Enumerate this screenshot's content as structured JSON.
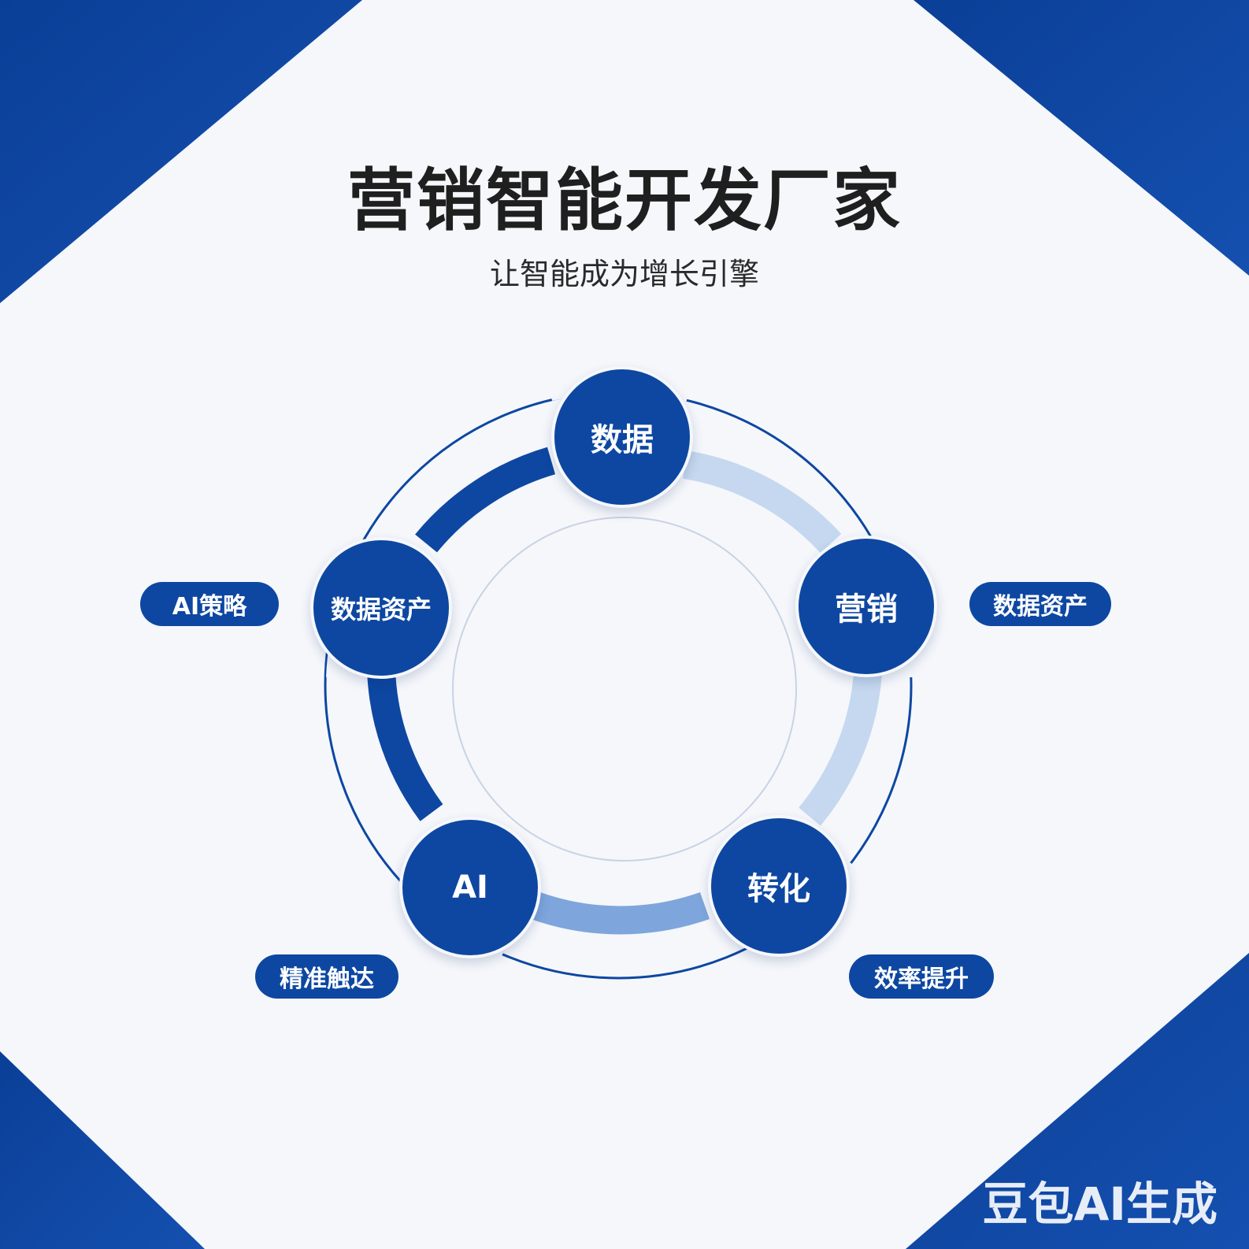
{
  "title": "营销智能开发厂家",
  "subtitle": "让智能成为增长引擎",
  "nodes": {
    "top": "数据",
    "right": "营销",
    "bottom_right": "转化",
    "bottom_left": "AI",
    "left": "数据资产"
  },
  "tags": {
    "left": "AI策略",
    "right": "数据资产",
    "bottom_left": "精准触达",
    "bottom_right": "效率提升"
  },
  "watermark": "豆包AI生成",
  "colors": {
    "primary": "#0d47a1",
    "light_blue": "#c5d8ef",
    "mid_blue": "#7ea6dc",
    "background": "#f5f7fb",
    "text_dark": "#1f1f1f"
  }
}
